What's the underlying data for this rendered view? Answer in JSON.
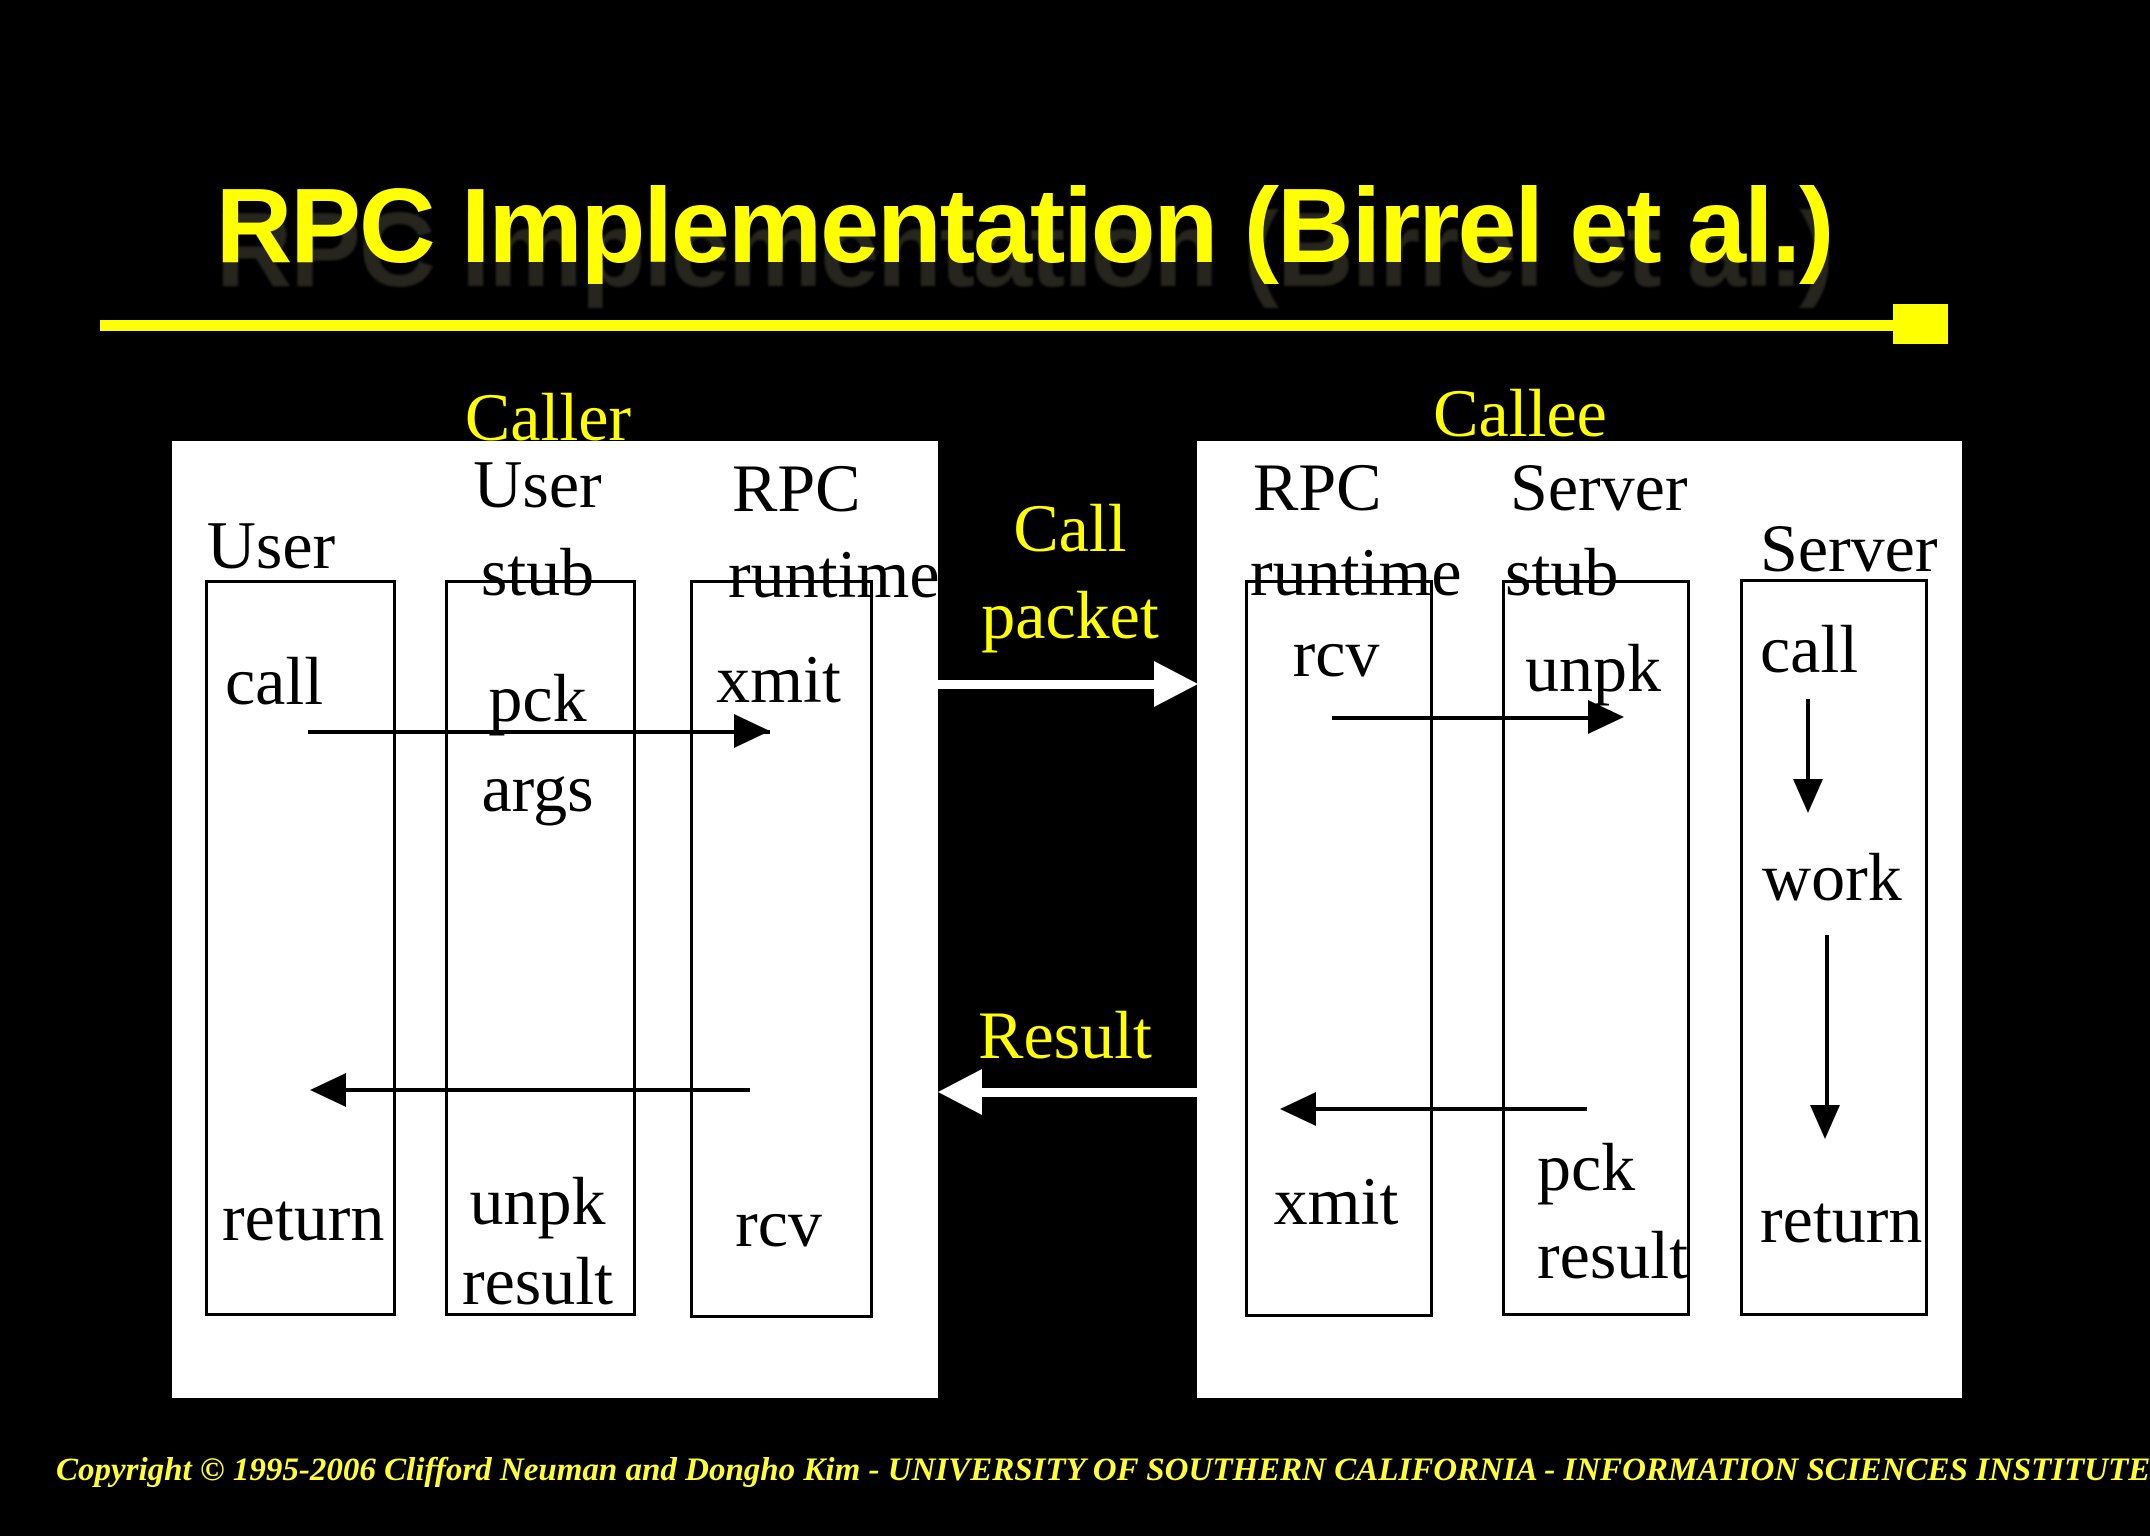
{
  "slide": {
    "title": "RPC Implementation (Birrel et al.)",
    "footer": "Copyright © 1995-2006  Clifford Neuman and Dongho Kim - UNIVERSITY OF SOUTHERN CALIFORNIA - INFORMATION SCIENCES INSTITUTE"
  },
  "colors": {
    "background": "#000000",
    "accent_yellow": "#FFFF00",
    "panel_white": "#FFFFFF",
    "diagram_black": "#000000"
  },
  "caller": {
    "label": "Caller",
    "col1": {
      "header": "User",
      "top_text": "call",
      "bottom_text": "return"
    },
    "col2": {
      "header_line1": "User",
      "header_line2": "stub",
      "top_line1": "pck",
      "top_line2": "args",
      "bottom_line1": "unpk",
      "bottom_line2": "result"
    },
    "col3": {
      "header_line1": "RPC",
      "header_line2": "runtime",
      "top_text": "xmit",
      "bottom_text": "rcv"
    }
  },
  "callee": {
    "label": "Callee",
    "col1": {
      "header_line1": "RPC",
      "header_line2": "runtime",
      "top_text": "rcv",
      "bottom_text": "xmit"
    },
    "col2": {
      "header_line1": "Server",
      "header_line2": "stub",
      "top_text": "unpk",
      "bottom_line1": "pck",
      "bottom_line2": "result"
    },
    "col3": {
      "header": "Server",
      "top_text": "call",
      "mid_text": "work",
      "bottom_text": "return"
    }
  },
  "middle": {
    "call_label_line1": "Call",
    "call_label_line2": "packet",
    "result_label": "Result"
  }
}
